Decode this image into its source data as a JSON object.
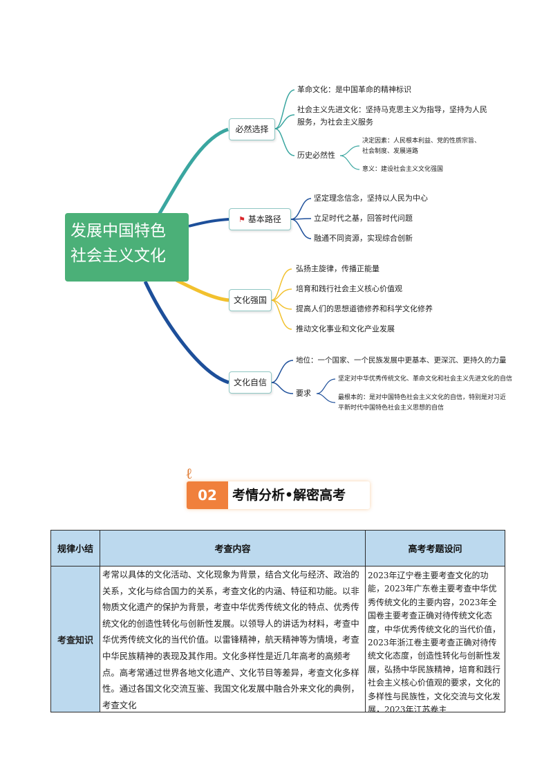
{
  "mindmap": {
    "root": "发展中国特色社会主义文化",
    "root_line1": "发展中国特色",
    "root_line2": "社会主义文化",
    "branches": [
      {
        "label": "必然选择",
        "leaves": {
          "geming": "革命文化：是中国革命的精神标识",
          "xianjin_1": "社会主义先进文化：坚持马克思主义为指导，坚持为人民",
          "xianjin_2": "服务，为社会主义服务",
          "lishi": "历史必然性",
          "jueding_1": "决定因素：人民根本利益、党的性质宗旨、",
          "jueding_2": "社会制度、发展道路",
          "yiyi": "意义：建设社会主义文化强国"
        }
      },
      {
        "label": "基本路径",
        "icon": "red-flag-icon",
        "leaves": [
          "坚定理念信念，坚持以人民为中心",
          "立足时代之基，回答时代问题",
          "融通不同资源，实现综合创新"
        ]
      },
      {
        "label": "文化强国",
        "leaves": [
          "弘扬主旋律，传播正能量",
          "培育和践行社会主义核心价值观",
          "提高人们的思想道德修养和科学文化修养",
          "推动文化事业和文化产业发展"
        ]
      },
      {
        "label": "文化自信",
        "leaves": {
          "diwei": "地位：一个国家、一个民族发展中更基本、更深沉、更持久的力量",
          "yaoqiu": "要求",
          "jianding": "坚定对中华优秀传统文化、革命文化和社会主义先进文化的自信",
          "genben_1": "最根本的：是对中国特色社会主义文化的自信，特别是对习近",
          "genben_2": "平新时代中国特色社会主义思想的自信"
        }
      }
    ],
    "colors": {
      "root": "#4bb078",
      "branch1": "#3aa6a0",
      "branch2": "#1d4f9a",
      "branch3": "#f2c12e",
      "branch4": "#1d4f9a"
    }
  },
  "banner": {
    "number": "02",
    "title": "考情分析•解密高考",
    "accent": "#f0803c"
  },
  "table": {
    "headers": [
      "规律小结",
      "考查内容",
      "高考考题设问"
    ],
    "row": {
      "label": "考查知识",
      "content": "考常以具体的文化活动、文化现象为背景，结合文化与经济、政治的关系，文化与综合国力的关系，考查文化的内涵、特征和功能。以非物质文化遗产的保护为背景，考查中华优秀传统文化的特点、优秀传统文化的创造性转化与创新性发展。以领导人的讲话为材料，考查中华优秀传统文化的当代价值。以雷锋精神，航天精神等为情境，考查中华民族精神的表现及其作用。文化多样性是近几年高考的高频考点。高考常通过世界各地文化遗产、文化节目等差异，考查文化多样性。通过各国文化交流互鉴、我国文化发展中融合外来文化的典例，考查文化",
      "questions": "2023年辽宁卷主要考查文化的功能，2023年广东卷主要考查中华优秀传统文化的主要内容，2023年全国卷主要考查正确对待传统文化态度，中华优秀传统文化的当代价值，2023年浙江卷主要考查正确对待传统文化态度，创造性转化与创新性发展，弘扬中华民族精神，培育和践行社会主义核心价值观的要求，文化的多样性与民族性，文化交流与文化发展，2023年江苏卷主"
    }
  }
}
